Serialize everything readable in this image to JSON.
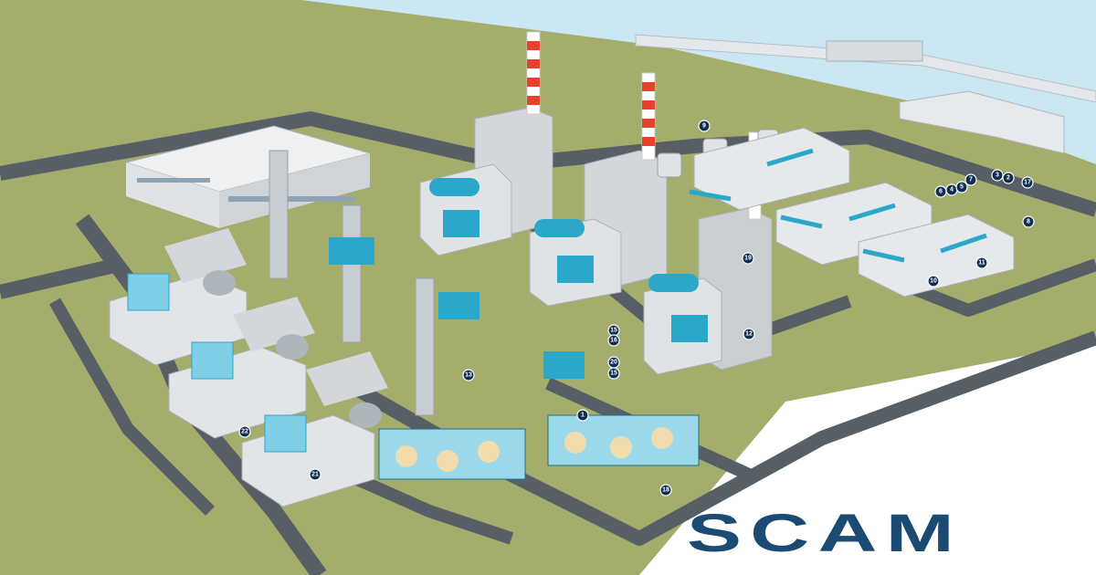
{
  "brand": {
    "logo_text": "SCAM",
    "logo_color": "#1b4b72"
  },
  "colors": {
    "ground": "#a4ad6b",
    "road": "#565f66",
    "water": "#cbe7f4",
    "equipment": "#2aa7c9",
    "structure": "#d3d7db",
    "callout": "#0f2e52"
  },
  "callouts": [
    "1",
    "2",
    "3",
    "4",
    "5",
    "6",
    "7",
    "8",
    "9",
    "10",
    "11",
    "12",
    "13",
    "15",
    "15",
    "16",
    "17",
    "18",
    "19",
    "20",
    "21",
    "22"
  ]
}
